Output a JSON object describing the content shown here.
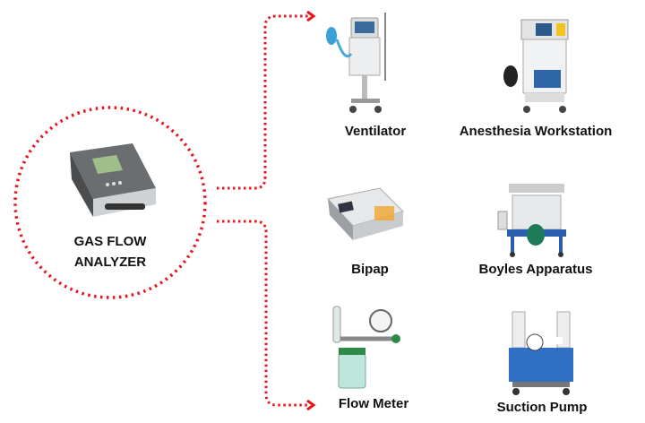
{
  "center": {
    "line1": "GAS FLOW",
    "line2": "ANALYZER"
  },
  "devices": [
    {
      "label": "Ventilator"
    },
    {
      "label": "Anesthesia Workstation"
    },
    {
      "label": "Bipap"
    },
    {
      "label": "Boyles Apparatus"
    },
    {
      "label": "Flow Meter"
    },
    {
      "label": "Suction Pump"
    }
  ],
  "colors": {
    "accent": "#e8141c",
    "text": "#111111"
  }
}
